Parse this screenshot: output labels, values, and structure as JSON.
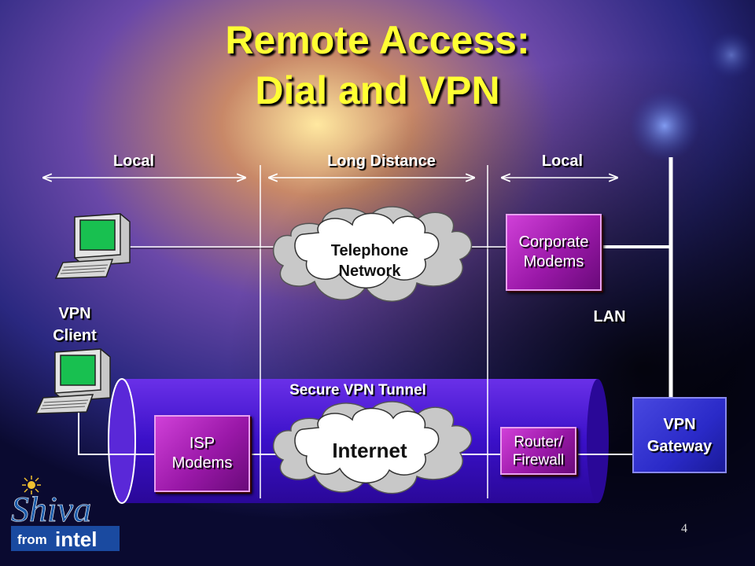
{
  "slide": {
    "title_line1": "Remote Access:",
    "title_line2": "Dial and VPN",
    "page_number": "4"
  },
  "zones": {
    "local_left": "Local",
    "long_distance": "Long Distance",
    "local_right": "Local"
  },
  "nodes": {
    "telephone_network_line1": "Telephone",
    "telephone_network_line2": "Network",
    "corporate_modems_line1": "Corporate",
    "corporate_modems_line2": "Modems",
    "vpn_client_line1": "VPN",
    "vpn_client_line2": "Client",
    "lan": "LAN",
    "secure_vpn_tunnel": "Secure VPN Tunnel",
    "isp_modems_line1": "ISP",
    "isp_modems_line2": "Modems",
    "internet": "Internet",
    "router_firewall_line1": "Router/",
    "router_firewall_line2": "Firewall",
    "vpn_gateway_line1": "VPN",
    "vpn_gateway_line2": "Gateway"
  },
  "logo": {
    "brand": "Shiva",
    "from": "from",
    "maker": "intel"
  },
  "colors": {
    "title": "#ffff33",
    "tunnel": "#3a10c8",
    "modem_box": "#a020b0",
    "gateway_box": "#2a2ac8"
  }
}
